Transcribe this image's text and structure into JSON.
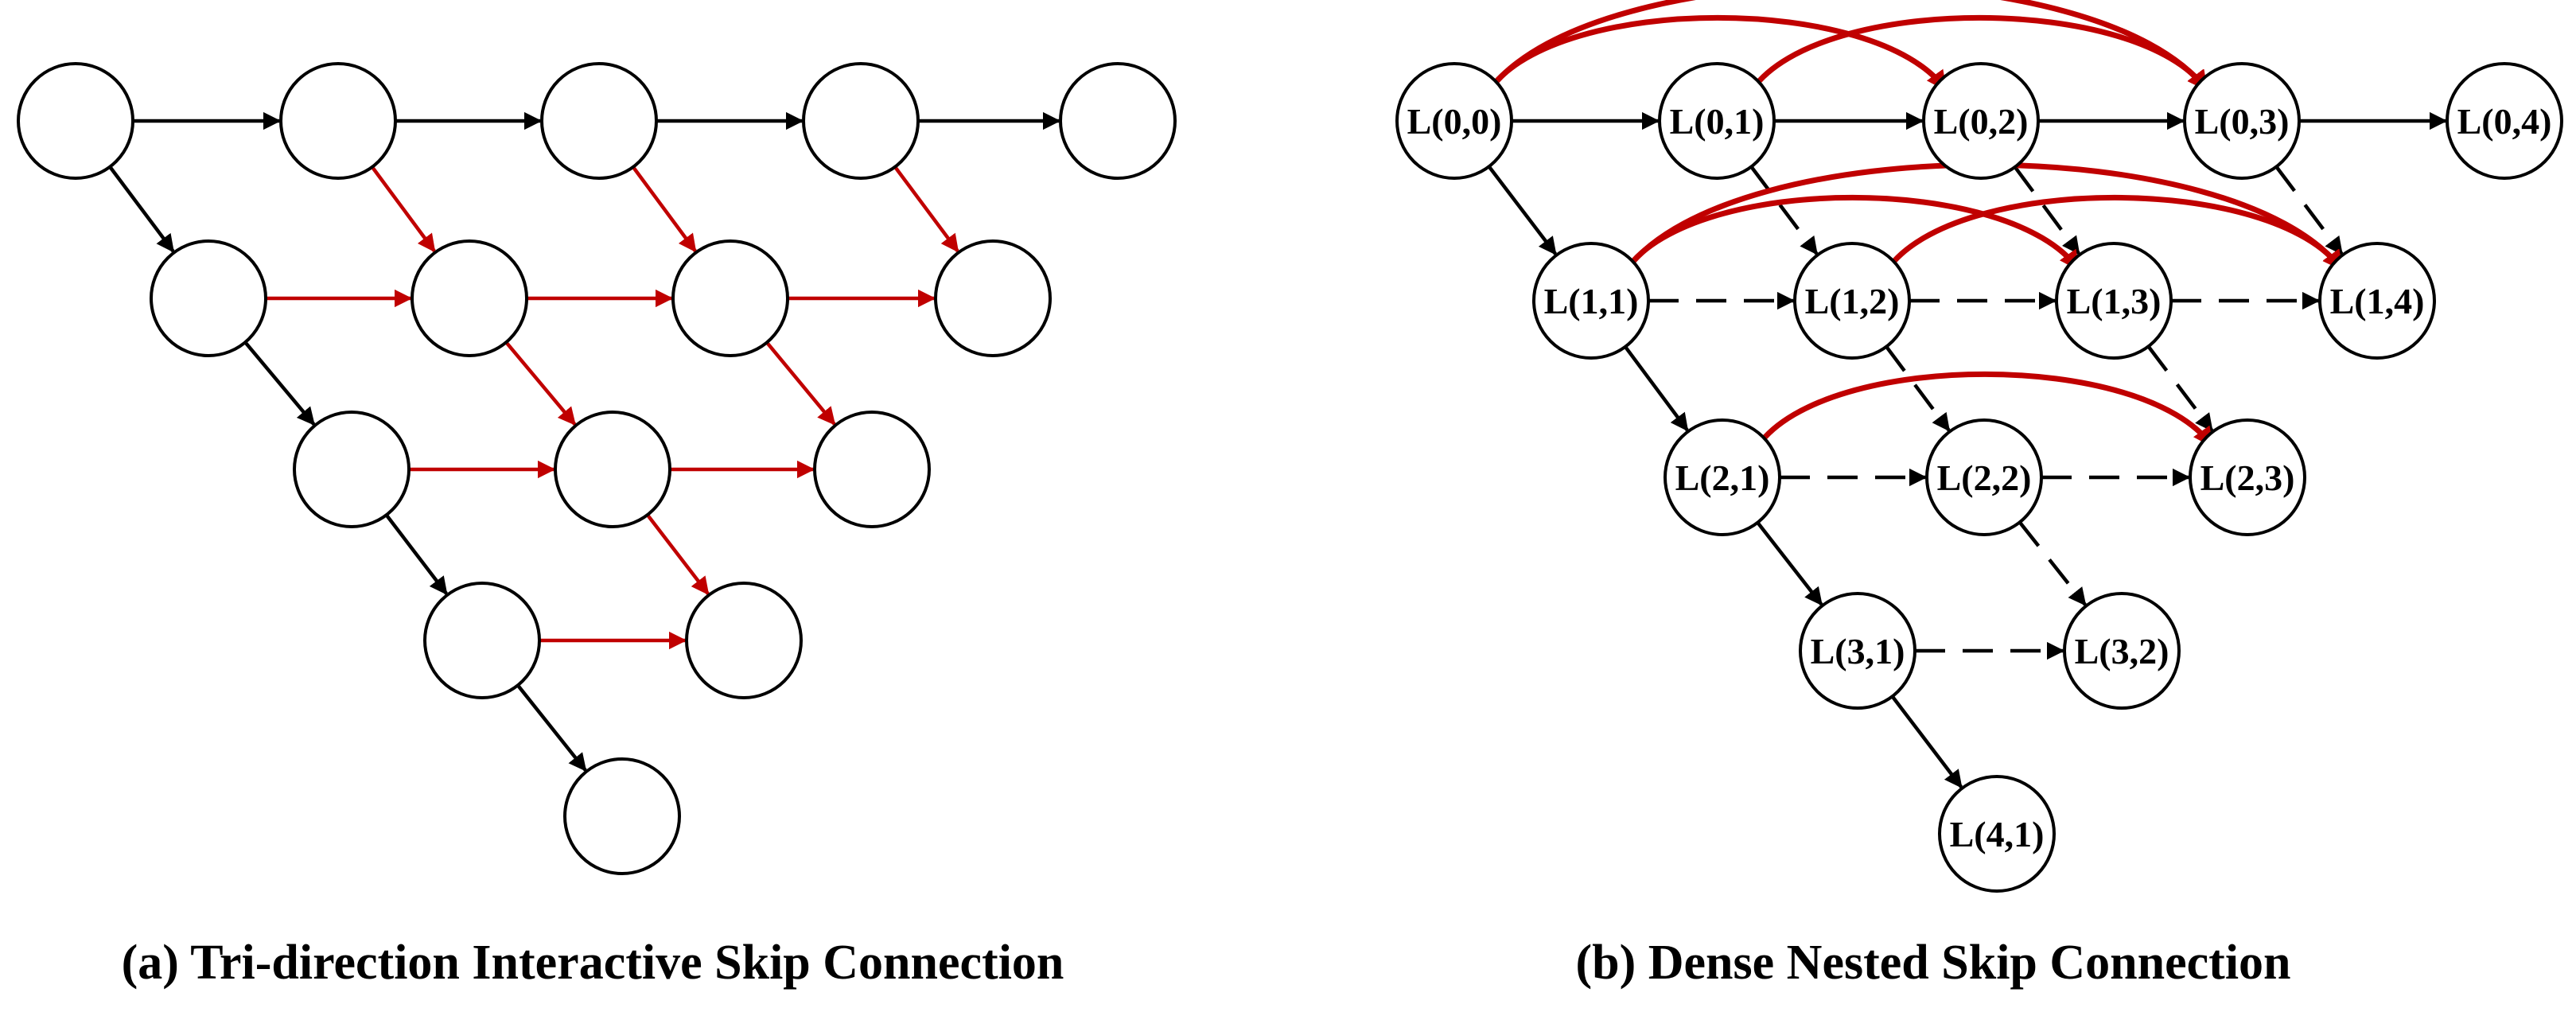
{
  "colors": {
    "black": "#000000",
    "red": "#c00000",
    "node_fill": "#ffffff"
  },
  "panel_a": {
    "caption": "(a) Tri-direction Interactive Skip Connection",
    "nodes": [
      {
        "id": "a00",
        "label": ""
      },
      {
        "id": "a01",
        "label": ""
      },
      {
        "id": "a02",
        "label": ""
      },
      {
        "id": "a03",
        "label": ""
      },
      {
        "id": "a04",
        "label": ""
      },
      {
        "id": "a11",
        "label": ""
      },
      {
        "id": "a12",
        "label": ""
      },
      {
        "id": "a13",
        "label": ""
      },
      {
        "id": "a14",
        "label": ""
      },
      {
        "id": "a21",
        "label": ""
      },
      {
        "id": "a22",
        "label": ""
      },
      {
        "id": "a23",
        "label": ""
      },
      {
        "id": "a31",
        "label": ""
      },
      {
        "id": "a32",
        "label": ""
      },
      {
        "id": "a41",
        "label": ""
      }
    ],
    "edges": [
      {
        "from": "a00",
        "to": "a01",
        "color": "black",
        "style": "solid"
      },
      {
        "from": "a01",
        "to": "a02",
        "color": "black",
        "style": "solid"
      },
      {
        "from": "a02",
        "to": "a03",
        "color": "black",
        "style": "solid"
      },
      {
        "from": "a03",
        "to": "a04",
        "color": "black",
        "style": "solid"
      },
      {
        "from": "a00",
        "to": "a11",
        "color": "black",
        "style": "solid"
      },
      {
        "from": "a11",
        "to": "a21",
        "color": "black",
        "style": "solid"
      },
      {
        "from": "a21",
        "to": "a31",
        "color": "black",
        "style": "solid"
      },
      {
        "from": "a31",
        "to": "a41",
        "color": "black",
        "style": "solid"
      },
      {
        "from": "a01",
        "to": "a12",
        "color": "red",
        "style": "solid"
      },
      {
        "from": "a02",
        "to": "a13",
        "color": "red",
        "style": "solid"
      },
      {
        "from": "a03",
        "to": "a14",
        "color": "red",
        "style": "solid"
      },
      {
        "from": "a11",
        "to": "a12",
        "color": "red",
        "style": "solid"
      },
      {
        "from": "a12",
        "to": "a13",
        "color": "red",
        "style": "solid"
      },
      {
        "from": "a13",
        "to": "a14",
        "color": "red",
        "style": "solid"
      },
      {
        "from": "a12",
        "to": "a22",
        "color": "red",
        "style": "solid"
      },
      {
        "from": "a13",
        "to": "a23",
        "color": "red",
        "style": "solid"
      },
      {
        "from": "a21",
        "to": "a22",
        "color": "red",
        "style": "solid"
      },
      {
        "from": "a22",
        "to": "a23",
        "color": "red",
        "style": "solid"
      },
      {
        "from": "a22",
        "to": "a32",
        "color": "red",
        "style": "solid"
      },
      {
        "from": "a31",
        "to": "a32",
        "color": "red",
        "style": "solid"
      }
    ]
  },
  "panel_b": {
    "caption": "(b) Dense Nested Skip Connection",
    "nodes": [
      {
        "id": "L00",
        "label": "L(0,0)"
      },
      {
        "id": "L01",
        "label": "L(0,1)"
      },
      {
        "id": "L02",
        "label": "L(0,2)"
      },
      {
        "id": "L03",
        "label": "L(0,3)"
      },
      {
        "id": "L04",
        "label": "L(0,4)"
      },
      {
        "id": "L11",
        "label": "L(1,1)"
      },
      {
        "id": "L12",
        "label": "L(1,2)"
      },
      {
        "id": "L13",
        "label": "L(1,3)"
      },
      {
        "id": "L14",
        "label": "L(1,4)"
      },
      {
        "id": "L21",
        "label": "L(2,1)"
      },
      {
        "id": "L22",
        "label": "L(2,2)"
      },
      {
        "id": "L23",
        "label": "L(2,3)"
      },
      {
        "id": "L31",
        "label": "L(3,1)"
      },
      {
        "id": "L32",
        "label": "L(3,2)"
      },
      {
        "id": "L41",
        "label": "L(4,1)"
      }
    ],
    "edges": [
      {
        "from": "L00",
        "to": "L01",
        "color": "black",
        "style": "solid"
      },
      {
        "from": "L01",
        "to": "L02",
        "color": "black",
        "style": "solid"
      },
      {
        "from": "L02",
        "to": "L03",
        "color": "black",
        "style": "solid"
      },
      {
        "from": "L03",
        "to": "L04",
        "color": "black",
        "style": "solid"
      },
      {
        "from": "L00",
        "to": "L11",
        "color": "black",
        "style": "solid"
      },
      {
        "from": "L11",
        "to": "L21",
        "color": "black",
        "style": "solid"
      },
      {
        "from": "L21",
        "to": "L31",
        "color": "black",
        "style": "solid"
      },
      {
        "from": "L31",
        "to": "L41",
        "color": "black",
        "style": "solid"
      },
      {
        "from": "L01",
        "to": "L12",
        "color": "black",
        "style": "dashed"
      },
      {
        "from": "L02",
        "to": "L13",
        "color": "black",
        "style": "dashed"
      },
      {
        "from": "L03",
        "to": "L14",
        "color": "black",
        "style": "dashed"
      },
      {
        "from": "L12",
        "to": "L22",
        "color": "black",
        "style": "dashed"
      },
      {
        "from": "L13",
        "to": "L23",
        "color": "black",
        "style": "dashed"
      },
      {
        "from": "L22",
        "to": "L32",
        "color": "black",
        "style": "dashed"
      },
      {
        "from": "L11",
        "to": "L12",
        "color": "black",
        "style": "dashed"
      },
      {
        "from": "L12",
        "to": "L13",
        "color": "black",
        "style": "dashed"
      },
      {
        "from": "L13",
        "to": "L14",
        "color": "black",
        "style": "dashed"
      },
      {
        "from": "L21",
        "to": "L22",
        "color": "black",
        "style": "dashed"
      },
      {
        "from": "L22",
        "to": "L23",
        "color": "black",
        "style": "dashed"
      },
      {
        "from": "L31",
        "to": "L32",
        "color": "black",
        "style": "dashed"
      },
      {
        "from": "L00",
        "to": "L02",
        "color": "red",
        "style": "curved"
      },
      {
        "from": "L00",
        "to": "L03",
        "color": "red",
        "style": "curved"
      },
      {
        "from": "L01",
        "to": "L03",
        "color": "red",
        "style": "curved"
      },
      {
        "from": "L11",
        "to": "L13",
        "color": "red",
        "style": "curved"
      },
      {
        "from": "L11",
        "to": "L14",
        "color": "red",
        "style": "curved"
      },
      {
        "from": "L12",
        "to": "L14",
        "color": "red",
        "style": "curved"
      },
      {
        "from": "L21",
        "to": "L23",
        "color": "red",
        "style": "curved"
      }
    ]
  }
}
